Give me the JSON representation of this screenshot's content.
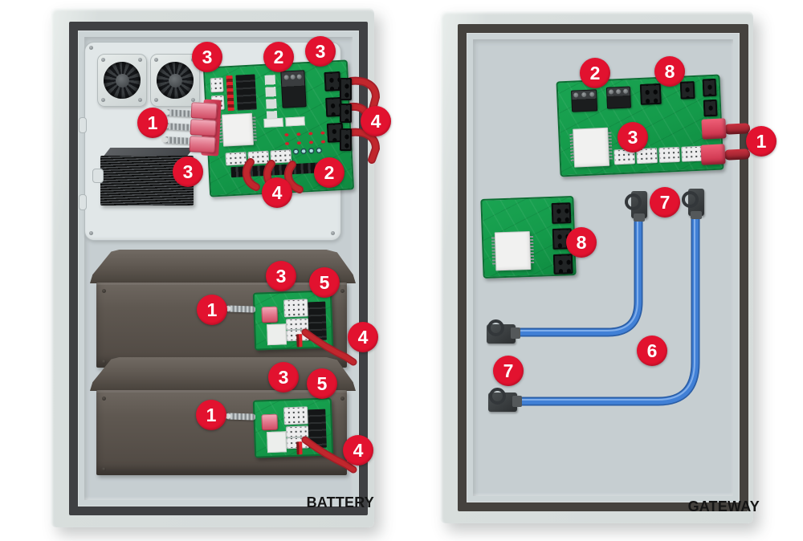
{
  "figure": {
    "battery": {
      "label": "BATTERY",
      "callouts": [
        {
          "n": "3"
        },
        {
          "n": "2"
        },
        {
          "n": "3"
        },
        {
          "n": "1"
        },
        {
          "n": "4"
        },
        {
          "n": "3"
        },
        {
          "n": "4"
        },
        {
          "n": "2"
        },
        {
          "n": "3"
        },
        {
          "n": "5"
        },
        {
          "n": "1"
        },
        {
          "n": "4"
        },
        {
          "n": "3"
        },
        {
          "n": "5"
        },
        {
          "n": "1"
        },
        {
          "n": "4"
        }
      ]
    },
    "gateway": {
      "label": "GATEWAY",
      "callouts": [
        {
          "n": "2"
        },
        {
          "n": "8"
        },
        {
          "n": "3"
        },
        {
          "n": "1"
        },
        {
          "n": "7"
        },
        {
          "n": "8"
        },
        {
          "n": "6"
        },
        {
          "n": "7"
        }
      ]
    },
    "colors": {
      "callout": "#e2122f",
      "pcb": "#149a4a",
      "cable_blue": "#4180d6",
      "cable_red": "#c1272d",
      "battery_module": "#5b544d",
      "frame": "#3f4043"
    }
  }
}
